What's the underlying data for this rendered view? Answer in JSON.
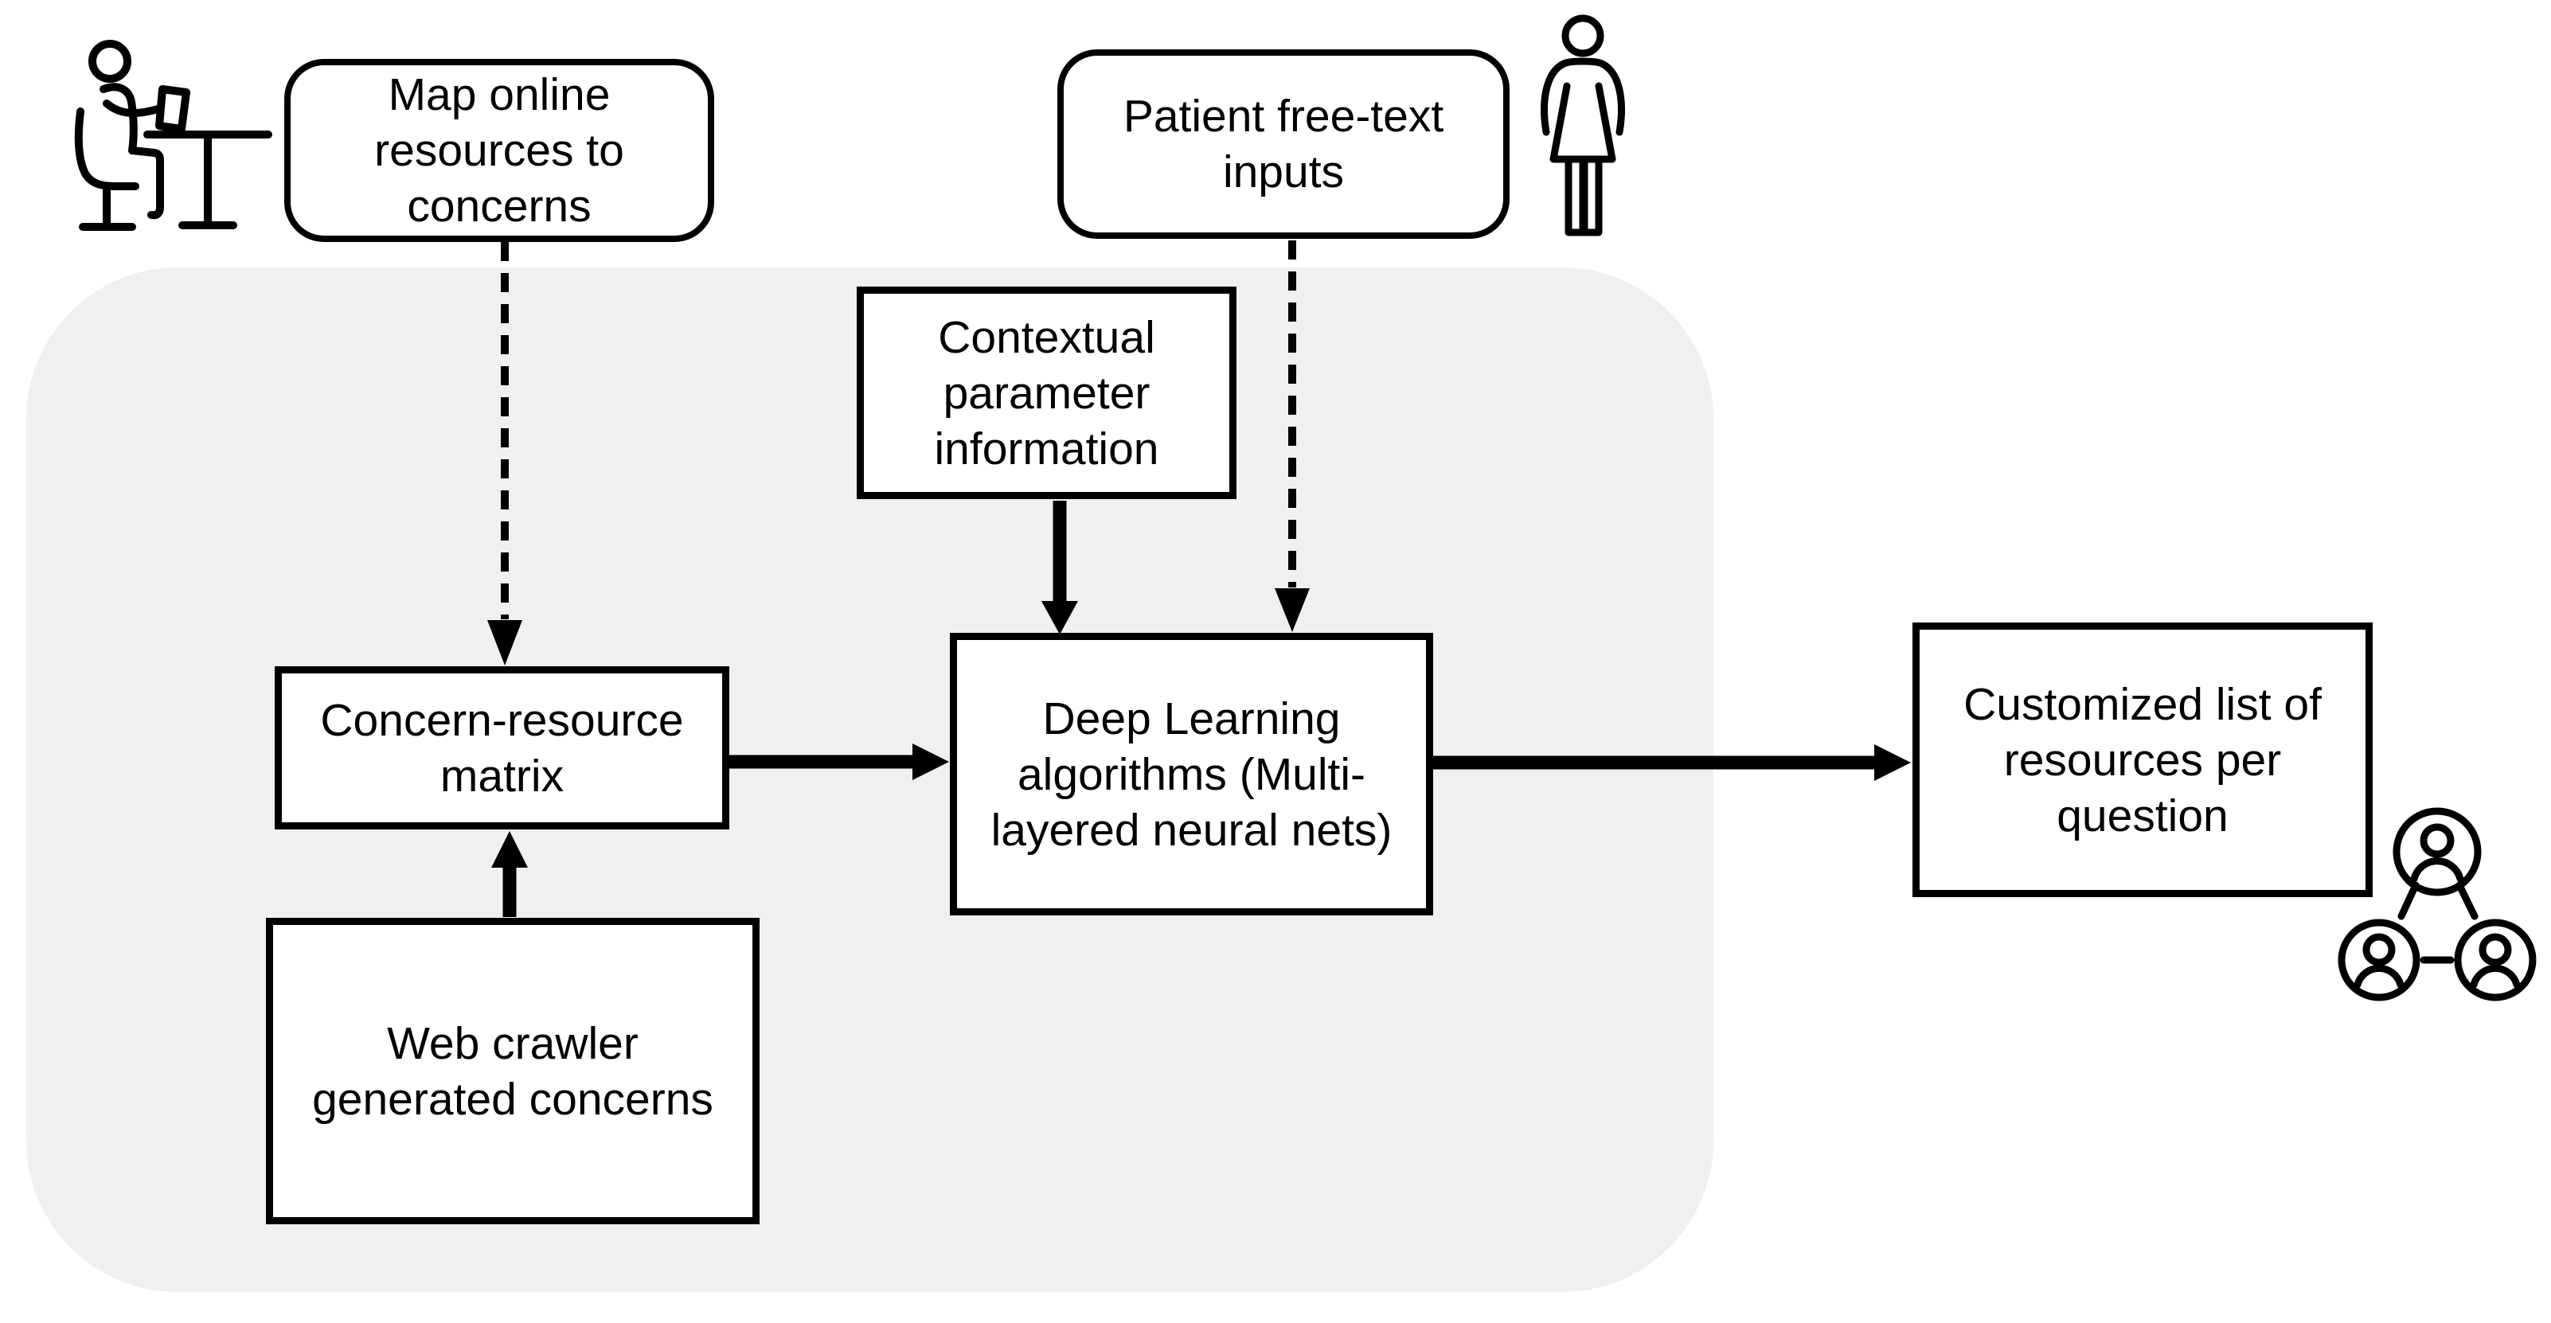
{
  "figure": {
    "type": "flow-diagram",
    "background_color": "#ffffff",
    "panel_color": "#f1f0ef",
    "stroke_color": "#000000",
    "nodes": {
      "map_online": {
        "label": "Map online\nresources to\nconcerns",
        "shape": "rounded-rectangle"
      },
      "patient_inputs": {
        "label": "Patient free-text\ninputs",
        "shape": "rounded-rectangle"
      },
      "contextual": {
        "label": "Contextual\nparameter\ninformation",
        "shape": "rectangle"
      },
      "matrix": {
        "label": "Concern-resource\nmatrix",
        "shape": "rectangle"
      },
      "deep_learning": {
        "label": "Deep Learning\nalgorithms (Multi-\nlayered neural nets)",
        "shape": "rectangle"
      },
      "web_crawler": {
        "label": "Web crawler\ngenerated concerns",
        "shape": "rectangle"
      },
      "customized": {
        "label": "Customized list of\nresources per\nquestion",
        "shape": "rectangle"
      }
    },
    "icons": [
      {
        "name": "person-at-desk-icon",
        "meaning": "researcher mapping resources",
        "position": "top-left"
      },
      {
        "name": "woman-patient-icon",
        "meaning": "patient providing free-text input",
        "position": "top-right of patient box"
      },
      {
        "name": "user-group-network-icon",
        "meaning": "users receiving customized resources",
        "position": "bottom-right of output box"
      }
    ],
    "connections": [
      {
        "from": "map_online",
        "to": "matrix",
        "style": "dashed"
      },
      {
        "from": "patient_inputs",
        "to": "deep_learning",
        "style": "dashed"
      },
      {
        "from": "contextual",
        "to": "deep_learning",
        "style": "solid"
      },
      {
        "from": "web_crawler",
        "to": "matrix",
        "style": "solid"
      },
      {
        "from": "matrix",
        "to": "deep_learning",
        "style": "solid"
      },
      {
        "from": "deep_learning",
        "to": "customized",
        "style": "solid"
      }
    ]
  }
}
